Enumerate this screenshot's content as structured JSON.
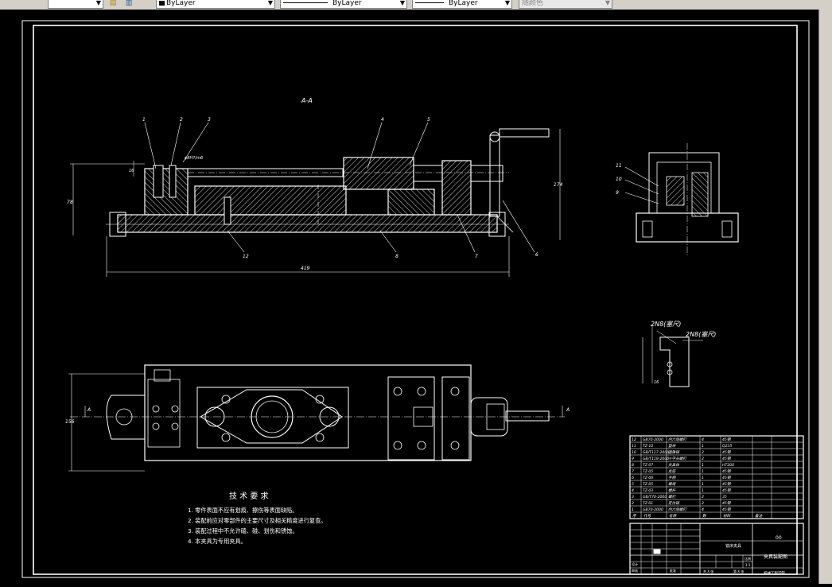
{
  "toolbar": {
    "layer_dropdown": "ByLayer",
    "linetype_dropdown": "ByLayer",
    "lineweight_dropdown": "ByLayer",
    "plotstyle_dropdown": "随颜色"
  },
  "drawing": {
    "section_label": "A-A",
    "view_arrow_left": "A",
    "view_arrow_right": "A",
    "callouts": {
      "c1": "1",
      "c2": "2",
      "c3": "3",
      "c4": "4",
      "c5": "5",
      "c6": "6",
      "c7": "7",
      "c8": "8",
      "c9": "9",
      "c10": "10",
      "c11": "11",
      "c12": "12"
    },
    "dims": {
      "overall_length": "419",
      "left_height": "78",
      "right_height": "174",
      "small_dim": "16",
      "plan_width": "156",
      "fit_note": "φ8H7/m6",
      "gauge_small": "16"
    },
    "gauge_label_1": "2N8(塞尺)",
    "gauge_label_2": "2N8(塞尺)",
    "tech_req": {
      "title": "技 术 要 求",
      "lines": [
        "1. 零件表面不应有划痕、擦伤等表面缺陷。",
        "2. 装配前应对零部件的主要尺寸及相关精度进行复查。",
        "3. 装配过程中不允许磕、碰、划伤和锈蚀。",
        "4. 本夹具为专用夹具。"
      ]
    },
    "bom": {
      "rows": [
        {
          "no": "12",
          "code": "GB70-2000",
          "name": "内六角螺钉",
          "qty": "4",
          "mat": "45钢"
        },
        {
          "no": "11",
          "code": "TZ-10",
          "name": "垫块",
          "qty": "1",
          "mat": "Q235"
        },
        {
          "no": "10",
          "code": "GB/T117-2000",
          "name": "圆锥销",
          "qty": "2",
          "mat": "45钢"
        },
        {
          "no": "9",
          "code": "GB/T119-2000",
          "name": "十字头螺钉",
          "qty": "2",
          "mat": "45钢"
        },
        {
          "no": "8",
          "code": "TZ-07",
          "name": "夹具体",
          "qty": "1",
          "mat": "HT200"
        },
        {
          "no": "7",
          "code": "TZ-05",
          "name": "支座",
          "qty": "1",
          "mat": "45钢"
        },
        {
          "no": "6",
          "code": "TZ-06",
          "name": "手柄",
          "qty": "1",
          "mat": "45钢"
        },
        {
          "no": "5",
          "code": "TZ-05",
          "name": "螺母",
          "qty": "1",
          "mat": "45钢"
        },
        {
          "no": "4",
          "code": "TZ-03",
          "name": "螺杆",
          "qty": "1",
          "mat": "45钢"
        },
        {
          "no": "3",
          "code": "GB/T70-2000",
          "name": "螺钉",
          "qty": "2",
          "mat": "35"
        },
        {
          "no": "2",
          "code": "TZ-01",
          "name": "定位销",
          "qty": "2",
          "mat": "45钢"
        },
        {
          "no": "1",
          "code": "GB70-2000",
          "name": "内六角螺钉",
          "qty": "4",
          "mat": "45钢"
        }
      ],
      "header": {
        "no": "序",
        "code": "代号",
        "name": "名称",
        "qty": "数",
        "mat": "材料",
        "note": "备注"
      },
      "title_block": {
        "part_name": "夹具装配图",
        "school": "铣床夹具",
        "code": "00",
        "design_label": "设计",
        "check_label": "审核",
        "approve_label": "批准",
        "scale_label": "比例",
        "scale": "1:1",
        "sheet": "共 X 张",
        "sheet2": "第 X 张",
        "org": "机械工程学院"
      }
    }
  }
}
